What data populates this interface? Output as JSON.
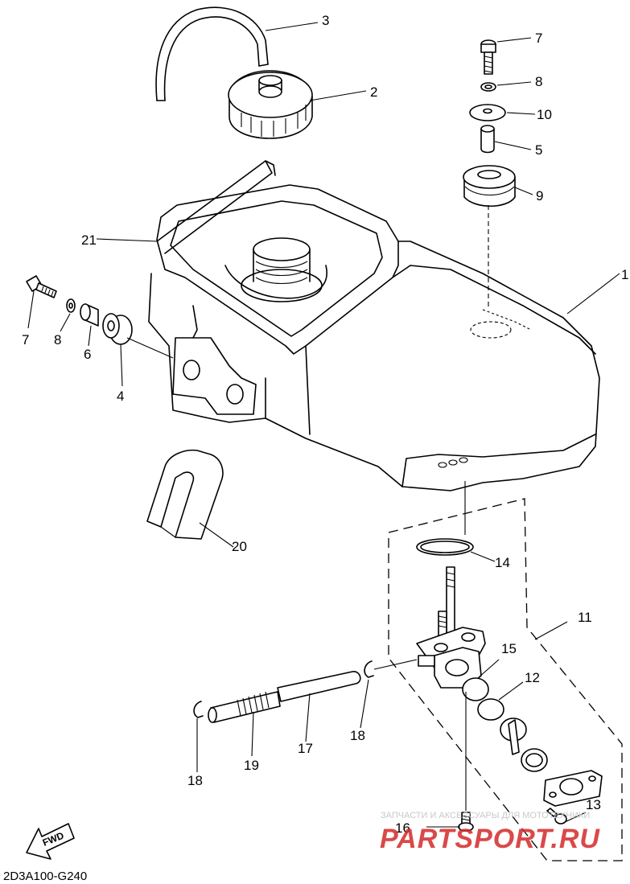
{
  "diagram_code": "2D3A100-G240",
  "fwd_label": "FWD",
  "watermark": {
    "caption": "ЗАПЧАСТИ И АКСЕССУАРЫ ДЛЯ МОТОТЕХНИКИ",
    "brand": "PARTSPORT.RU"
  },
  "callouts": [
    "1",
    "2",
    "3",
    "4",
    "5",
    "6",
    "7",
    "8",
    "9",
    "10",
    "11",
    "12",
    "13",
    "14",
    "15",
    "16",
    "17",
    "18",
    "19",
    "20",
    "21"
  ],
  "labels": {
    "l3": "3",
    "l2": "2",
    "l7a": "7",
    "l8a": "8",
    "l10": "10",
    "l5": "5",
    "l9": "9",
    "l21": "21",
    "l1": "1",
    "l7b": "7",
    "l8b": "8",
    "l6": "6",
    "l4": "4",
    "l20": "20",
    "l14": "14",
    "l11": "11",
    "l15": "15",
    "l12": "12",
    "l18a": "18",
    "l17": "17",
    "l19": "19",
    "l18b": "18",
    "l16": "16",
    "l13": "13"
  }
}
